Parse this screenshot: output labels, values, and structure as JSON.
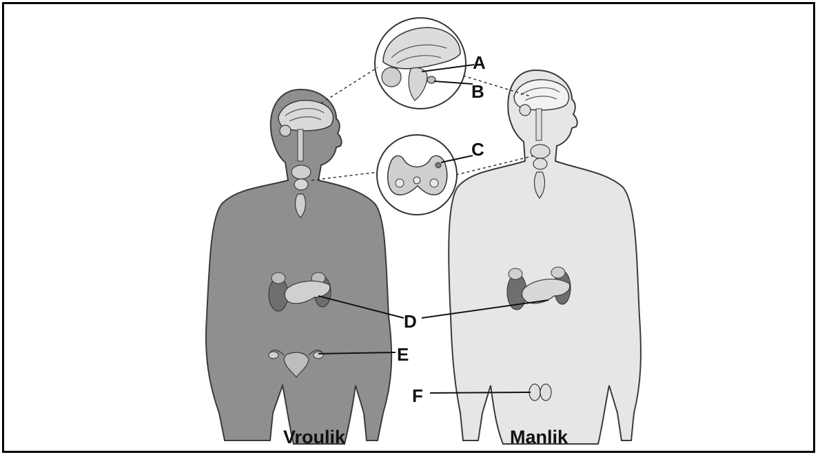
{
  "labels": {
    "a": "A",
    "b": "B",
    "c": "C",
    "d": "D",
    "e": "E",
    "f": "F"
  },
  "captions": {
    "female": "Vroulik",
    "male": "Manlik"
  },
  "colors": {
    "female_body": "#8f8f8f",
    "male_body": "#e6e6e6",
    "outline": "#3a3a3a",
    "organ": "#bdbdbd",
    "organ_dark": "#6e6e6e"
  }
}
